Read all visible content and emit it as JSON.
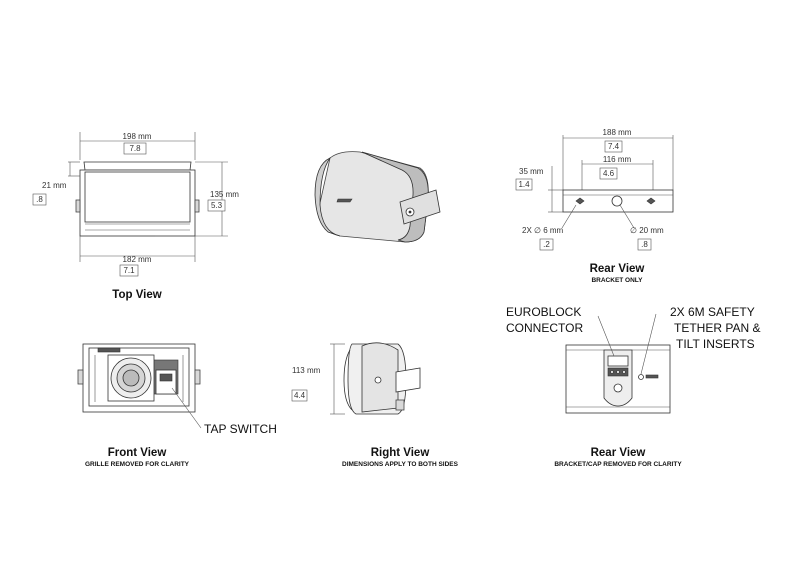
{
  "views": {
    "top": {
      "title": "Top View"
    },
    "front": {
      "title": "Front View",
      "subtitle": "GRILLE REMOVED FOR CLARITY"
    },
    "right": {
      "title": "Right View",
      "subtitle": "DIMENSIONS APPLY TO BOTH SIDES"
    },
    "rear_bracket": {
      "title": "Rear View",
      "subtitle": "BRACKET ONLY"
    },
    "rear_cap": {
      "title": "Rear View",
      "subtitle": "BRACKET/CAP REMOVED FOR CLARITY"
    }
  },
  "dimensions": {
    "top_width": {
      "mm": "198 mm",
      "in": "7.8"
    },
    "top_depth": {
      "mm": "135 mm",
      "in": "5.3"
    },
    "top_bracket": {
      "mm": "21 mm",
      "in": ".8"
    },
    "top_body": {
      "mm": "182 mm",
      "in": "7.1"
    },
    "bracket_overall": {
      "mm": "188 mm",
      "in": "7.4"
    },
    "bracket_holes": {
      "mm": "116 mm",
      "in": "4.6"
    },
    "bracket_height": {
      "mm": "35 mm",
      "in": "1.4"
    },
    "bracket_small_hole": {
      "mm": "2X ∅ 6 mm",
      "in": ".2"
    },
    "bracket_center_hole": {
      "mm": "∅ 20 mm",
      "in": ".8"
    },
    "right_height": {
      "mm": "113 mm",
      "in": "4.4"
    }
  },
  "callouts": {
    "tap_switch": "TAP SWITCH",
    "euroblock_1": "EUROBLOCK",
    "euroblock_2": "CONNECTOR",
    "tether_1": "2X 6M SAFETY",
    "tether_2": "TETHER PAN &",
    "tether_3": "TILT INSERTS"
  }
}
